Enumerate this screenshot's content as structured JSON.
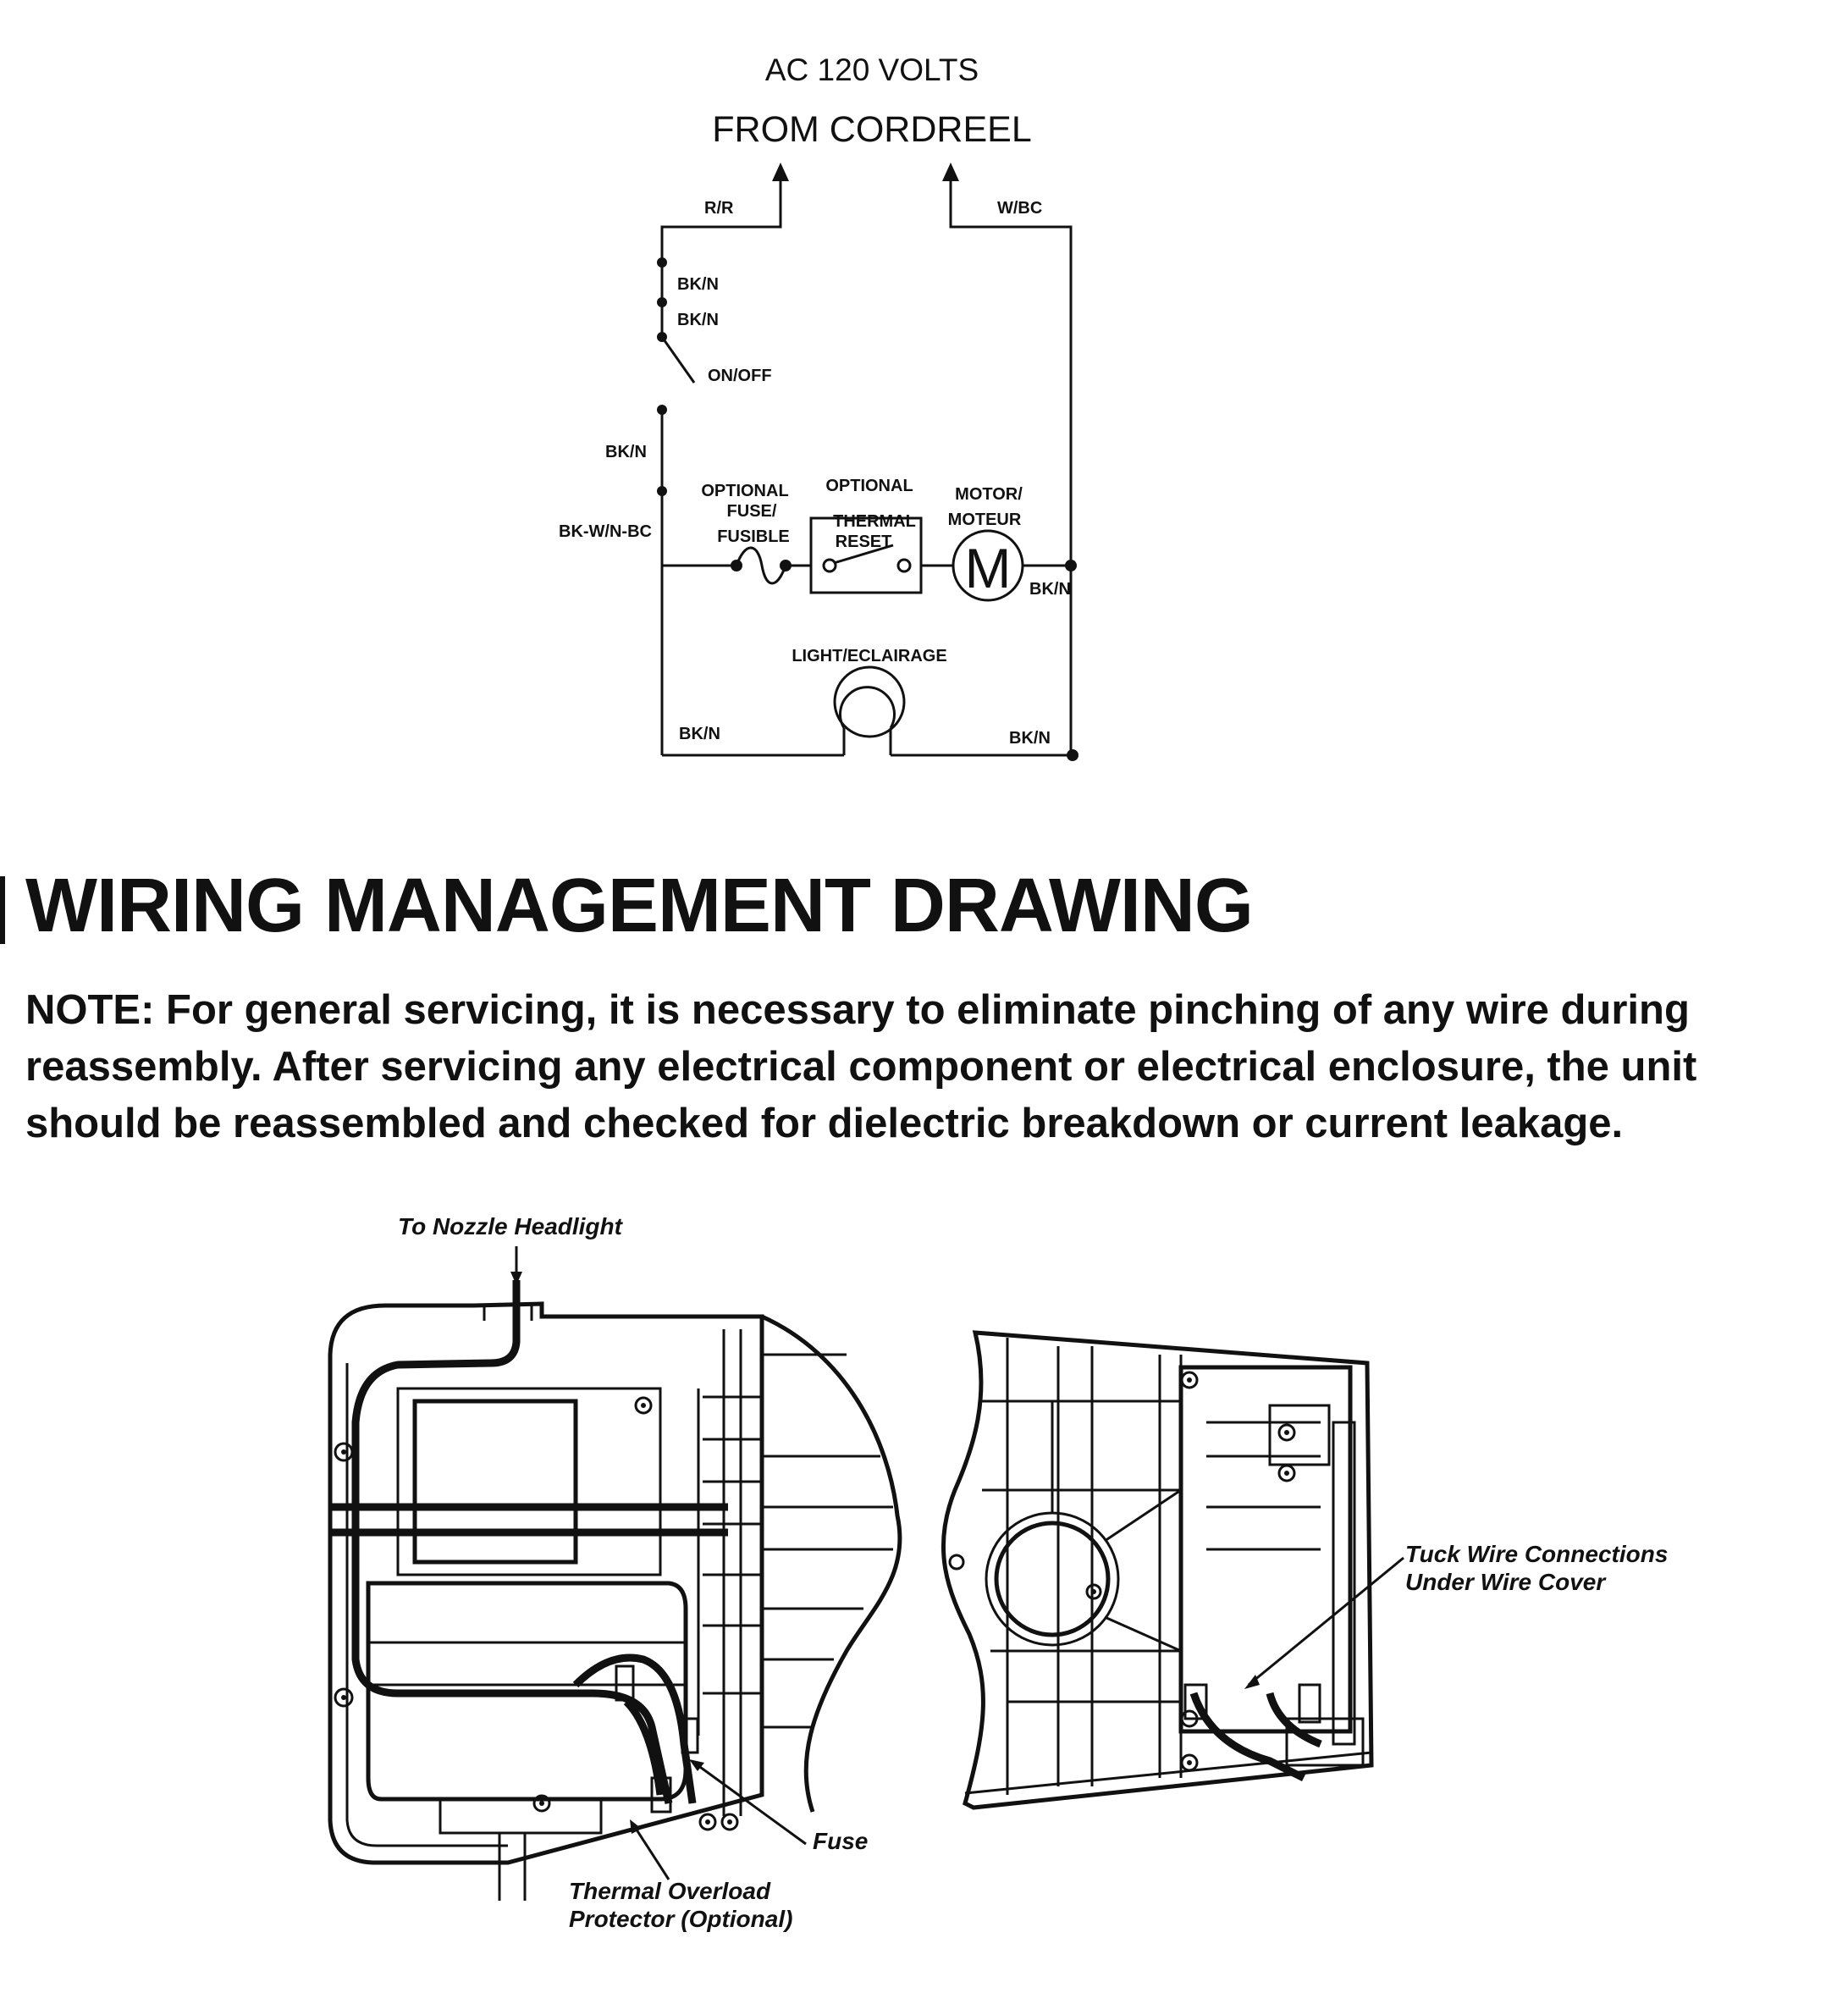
{
  "schematic": {
    "supply_line1": "AC 120 VOLTS",
    "supply_line2": "FROM CORDREEL",
    "wire_rr": "R/R",
    "wire_wbc": "W/BC",
    "wire_bkn_1": "BK/N",
    "wire_bkn_2": "BK/N",
    "switch_label": "ON/OFF",
    "wire_bkn_3": "BK/N",
    "wire_bkwnbc": "BK-W/N-BC",
    "fuse_label_1": "OPTIONAL",
    "fuse_label_2": "FUSE/",
    "fuse_label_3": "FUSIBLE",
    "thermal_label_1": "OPTIONAL",
    "thermal_label_2": "THERMAL",
    "thermal_label_3": "RESET",
    "motor_label_1": "MOTOR/",
    "motor_label_2": "MOTEUR",
    "motor_symbol": "M",
    "wire_bkn_4": "BK/N",
    "light_label": "LIGHT/ECLAIRAGE",
    "wire_bkn_5": "BK/N",
    "wire_bkn_6": "BK/N"
  },
  "section": {
    "title": "WIRING MANAGEMENT DRAWING",
    "note": "NOTE: For general servicing, it is necessary to eliminate pinching of any wire during reassembly. After servicing any electrical component or electrical enclosure, the unit should be reassembled and checked for dielectric breakdown or current leakage."
  },
  "drawing": {
    "callout_headlight": "To Nozzle Headlight",
    "callout_tuck_1": "Tuck Wire Connections",
    "callout_tuck_2": "Under Wire Cover",
    "callout_fuse": "Fuse",
    "callout_thermal_1": "Thermal Overload",
    "callout_thermal_2": "Protector (Optional)"
  }
}
